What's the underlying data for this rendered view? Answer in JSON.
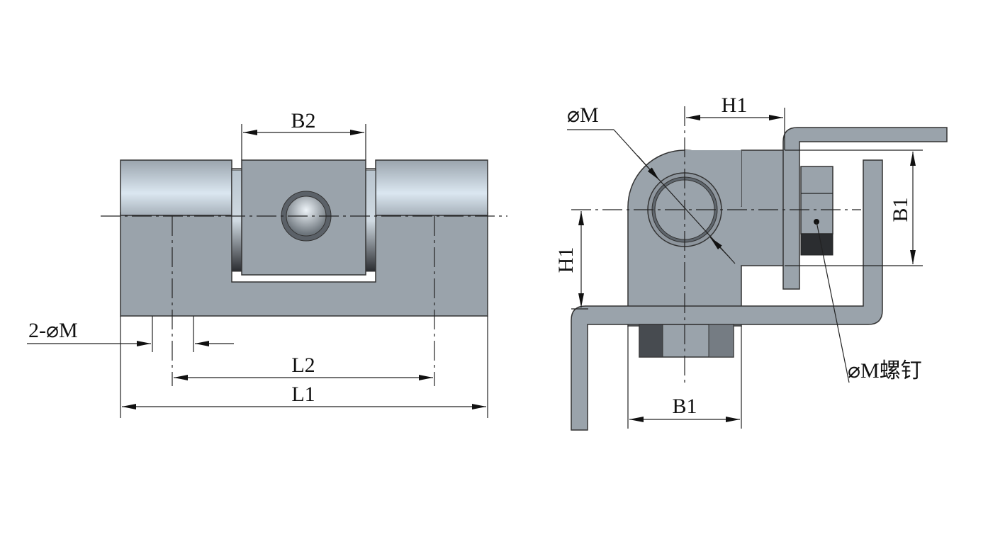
{
  "front_view": {
    "dim_b2": "B2",
    "dim_holes": "2-⌀M",
    "dim_l2": "L2",
    "dim_l1": "L1"
  },
  "side_view": {
    "dim_hole": "⌀M",
    "dim_h1_top": "H1",
    "dim_h1_left": "H1",
    "dim_b1_right": "B1",
    "dim_b1_bottom": "B1",
    "screw_callout": "⌀M螺钉"
  },
  "colors": {
    "part": "#9aa3ab",
    "dark": "#2b2d30",
    "line": "#222222"
  }
}
